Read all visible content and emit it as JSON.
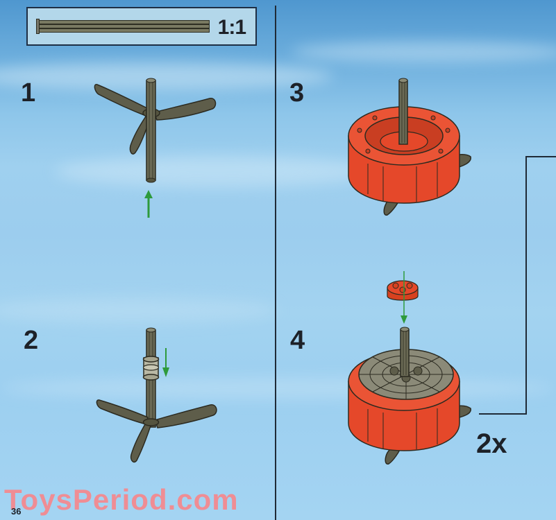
{
  "page": {
    "page_number": "36",
    "watermark": "ToysPeriod.com",
    "background_color": "#9ccdee"
  },
  "parts_callout": {
    "part": "axle",
    "part_icon": "technic-axle-icon",
    "part_color": "#7a7a62",
    "scale_label": "1:1"
  },
  "steps": [
    {
      "number": "1",
      "description": "Propeller with 3 blades slid onto axle from below",
      "arrow": "up",
      "arrow_color": "#2e9a3c"
    },
    {
      "number": "2",
      "description": "Bushing slid down onto axle above propeller",
      "arrow": "down",
      "arrow_color": "#2e9a3c"
    },
    {
      "number": "3",
      "description": "Red round assembly placed on axle with propeller beneath",
      "arrow": null
    },
    {
      "number": "4",
      "description": "Gray grille plate and red 2x2 round plate added on top",
      "arrow": "down",
      "arrow_color": "#2e9a3c"
    }
  ],
  "sub_assembly": {
    "quantity_label": "2x"
  },
  "colors": {
    "part_dark_gray": "#5e5d4a",
    "part_red": "#e5482a",
    "grille_gray": "#8b8a78",
    "arrow_green": "#2e9a3c",
    "text_dark": "#1d2128"
  }
}
